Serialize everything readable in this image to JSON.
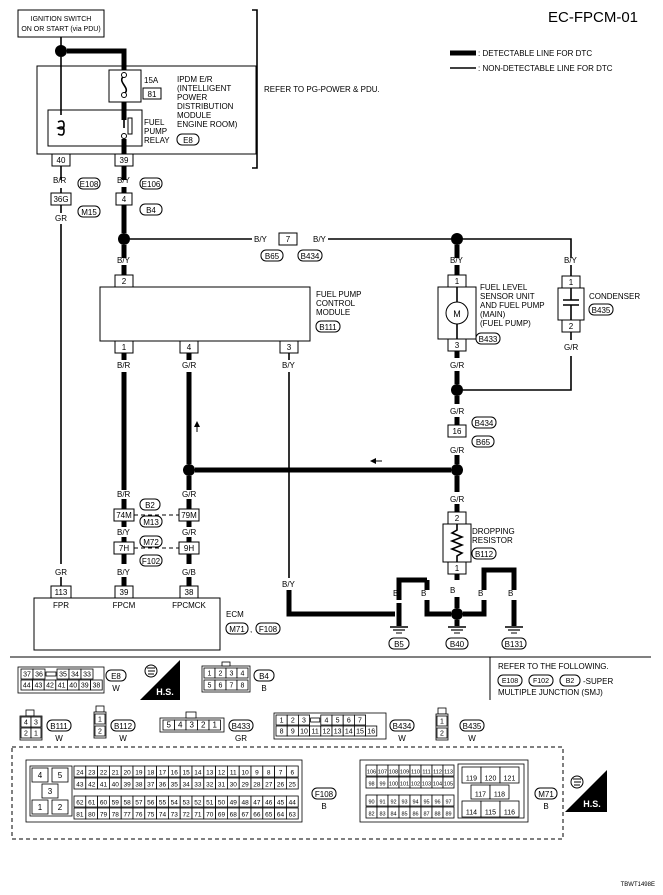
{
  "title": "EC-FPCM-01",
  "legend": {
    "detectable": ": DETECTABLE LINE FOR DTC",
    "non_detectable": ": NON-DETECTABLE LINE FOR DTC"
  },
  "ignition": [
    "IGNITION SWITCH",
    "ON OR START (via PDU)"
  ],
  "ipdm": {
    "fuse_rating": "15A",
    "fuse_no": "81",
    "name_lines": [
      "IPDM E/R",
      "(INTELLIGENT",
      "POWER",
      "DISTRIBUTION",
      "MODULE",
      "ENGINE ROOM)"
    ],
    "connector": "E8",
    "relay_lines": [
      "FUEL",
      "PUMP",
      "RELAY"
    ],
    "pin_left": "40",
    "pin_right": "39",
    "refer": "REFER TO PG-POWER & PDU."
  },
  "wires": {
    "br": "B/R",
    "by": "B/Y",
    "gr": "GR",
    "g_r": "G/R",
    "g_b": "G/B",
    "b": "B"
  },
  "junctions": {
    "e108": "E108",
    "e106": "E106",
    "m15": "M15",
    "b4": "B4",
    "pin_36g": "36G",
    "pin_4": "4",
    "pin_7": "7",
    "b65": "B65",
    "b434": "B434",
    "pin_16": "16",
    "b2": "B2",
    "m13": "M13",
    "m72": "M72",
    "f102": "F102",
    "pin_74m": "74M",
    "pin_79m": "79M",
    "pin_7h": "7H",
    "pin_9h": "9H"
  },
  "fpcm": {
    "name_lines": [
      "FUEL PUMP",
      "CONTROL",
      "MODULE"
    ],
    "connector": "B111",
    "pin_2": "2",
    "pin_1": "1",
    "pin_4": "4",
    "pin_3": "3"
  },
  "pump": {
    "name_lines": [
      "FUEL LEVEL",
      "SENSOR UNIT",
      "AND FUEL PUMP",
      "(MAIN)",
      "(FUEL PUMP)"
    ],
    "connector": "B433",
    "motor": "M",
    "pin_1": "1",
    "pin_3": "3"
  },
  "condenser": {
    "name": "CONDENSER",
    "connector": "B435",
    "pin_1": "1",
    "pin_2": "2"
  },
  "resistor": {
    "name_lines": [
      "DROPPING",
      "RESISTOR"
    ],
    "connector": "B112",
    "pin_2": "2",
    "pin_1": "1"
  },
  "ecm": {
    "name": "ECM",
    "connectors": [
      "M71",
      "F108"
    ],
    "pins": [
      "113",
      "39",
      "38"
    ],
    "terminals": [
      "FPR",
      "FPCM",
      "FPCMCK"
    ]
  },
  "grounds": [
    "B5",
    "B40",
    "B131"
  ],
  "connectors_section": {
    "refer_lines": [
      "REFER TO THE FOLLOWING.",
      "-SUPER",
      "MULTIPLE JUNCTION (SMJ)"
    ],
    "refer_tags": [
      "E108",
      "F102",
      "B2"
    ],
    "hs": "H.S.",
    "e8": {
      "name": "E8",
      "color": "W",
      "row1": [
        "37",
        "36",
        "",
        "35",
        "34",
        "33"
      ],
      "row2": [
        "44",
        "43",
        "42",
        "41",
        "40",
        "39",
        "38"
      ]
    },
    "b4": {
      "name": "B4",
      "color": "B",
      "row1": [
        "1",
        "2",
        "3",
        "4"
      ],
      "row2": [
        "5",
        "6",
        "7",
        "8"
      ]
    },
    "b111": {
      "name": "B111",
      "color": "W",
      "row1": [
        "4",
        "3"
      ],
      "row2": [
        "2",
        "1"
      ]
    },
    "b112": {
      "name": "B112",
      "color": "W",
      "row1": [
        "1"
      ],
      "row2": [
        "2"
      ]
    },
    "b433": {
      "name": "B433",
      "color": "GR",
      "pins": [
        "5",
        "4",
        "3",
        "2",
        "1"
      ]
    },
    "b434": {
      "name": "B434",
      "color": "W",
      "row1": [
        "1",
        "2",
        "3",
        "",
        "4",
        "5",
        "6",
        "7"
      ],
      "row2": [
        "8",
        "9",
        "10",
        "11",
        "12",
        "13",
        "14",
        "15",
        "16"
      ]
    },
    "b435": {
      "name": "B435",
      "color": "W",
      "row1": [
        "1"
      ],
      "row2": [
        "2"
      ]
    },
    "f108": {
      "name": "F108",
      "color": "B",
      "small": [
        "4",
        "5",
        "3",
        "1",
        "2"
      ],
      "row1": [
        "24",
        "23",
        "22",
        "21",
        "20",
        "19",
        "18",
        "17",
        "16",
        "15",
        "14",
        "13",
        "12",
        "11",
        "10",
        "9",
        "8",
        "7",
        "6"
      ],
      "row2": [
        "43",
        "42",
        "41",
        "40",
        "39",
        "38",
        "37",
        "36",
        "35",
        "34",
        "33",
        "32",
        "31",
        "30",
        "29",
        "28",
        "27",
        "26",
        "25"
      ],
      "row3": [
        "62",
        "61",
        "60",
        "59",
        "58",
        "57",
        "56",
        "55",
        "54",
        "53",
        "52",
        "51",
        "50",
        "49",
        "48",
        "47",
        "46",
        "45",
        "44"
      ],
      "row4": [
        "81",
        "80",
        "79",
        "78",
        "77",
        "76",
        "75",
        "74",
        "73",
        "72",
        "71",
        "70",
        "69",
        "68",
        "67",
        "66",
        "65",
        "64",
        "63"
      ]
    },
    "m71": {
      "name": "M71",
      "color": "B",
      "row1": [
        "106",
        "107",
        "108",
        "109",
        "110",
        "111",
        "112",
        "113"
      ],
      "row2": [
        "98",
        "99",
        "100",
        "101",
        "102",
        "103",
        "104",
        "105"
      ],
      "row3": [
        "90",
        "91",
        "92",
        "93",
        "94",
        "95",
        "96",
        "97"
      ],
      "row4": [
        "82",
        "83",
        "84",
        "85",
        "86",
        "87",
        "88",
        "89"
      ],
      "right": [
        "119",
        "120",
        "121",
        "117",
        "118",
        "114",
        "115",
        "116"
      ]
    }
  },
  "footer_code": "TBWT1498E"
}
